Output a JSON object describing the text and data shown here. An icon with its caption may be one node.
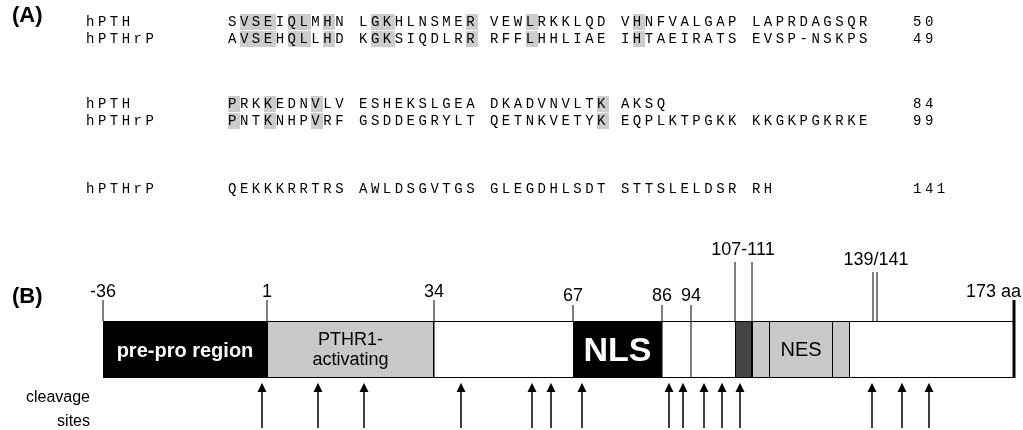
{
  "diagram": {
    "nodes": [
      {
        "text": [
          "pre-pro region"
        ]
      },
      {
        "text": [
          "PTHR1- activating"
        ]
      },
      {
        "text": [
          "NLS"
        ]
      },
      {
        "text": [],
        "shape": "box"
      },
      {
        "text": [
          "NES"
        ]
      }
    ],
    "labels": [
      "(A)",
      "hPTH",
      "SVSEIQLMHN LGKHLNSMER VEWLRKKLQD VHNFVALGAP LAPRDAGSQR",
      "50",
      "hPTHrP",
      "AVSEHQLLHD KGKSIQDLRR RFFLHHLIAE IHTAEIRATS EVSP-NSKPS",
      "49",
      "hPTH",
      "PRKKEDNVLV ESHEKSLGEA DKADVNVLTK AKSQ",
      "84",
      "hPTHrP",
      "PNTKNHPVRF GSDDEGRYLT QETNKVETYK EQPLKTPGKK KKGKPGKRKE",
      "99",
      "hPTHrP",
      "QEKKKRRTRS AWLDSGVTGS GLEGDHLSDT STTSLELDSR RH",
      "141",
      "(B)",
      "-36",
      "1",
      "34",
      "67",
      "86",
      "94",
      "107-111",
      "139/141",
      "173 aa",
      "cleavage sites"
    ]
  }
}
